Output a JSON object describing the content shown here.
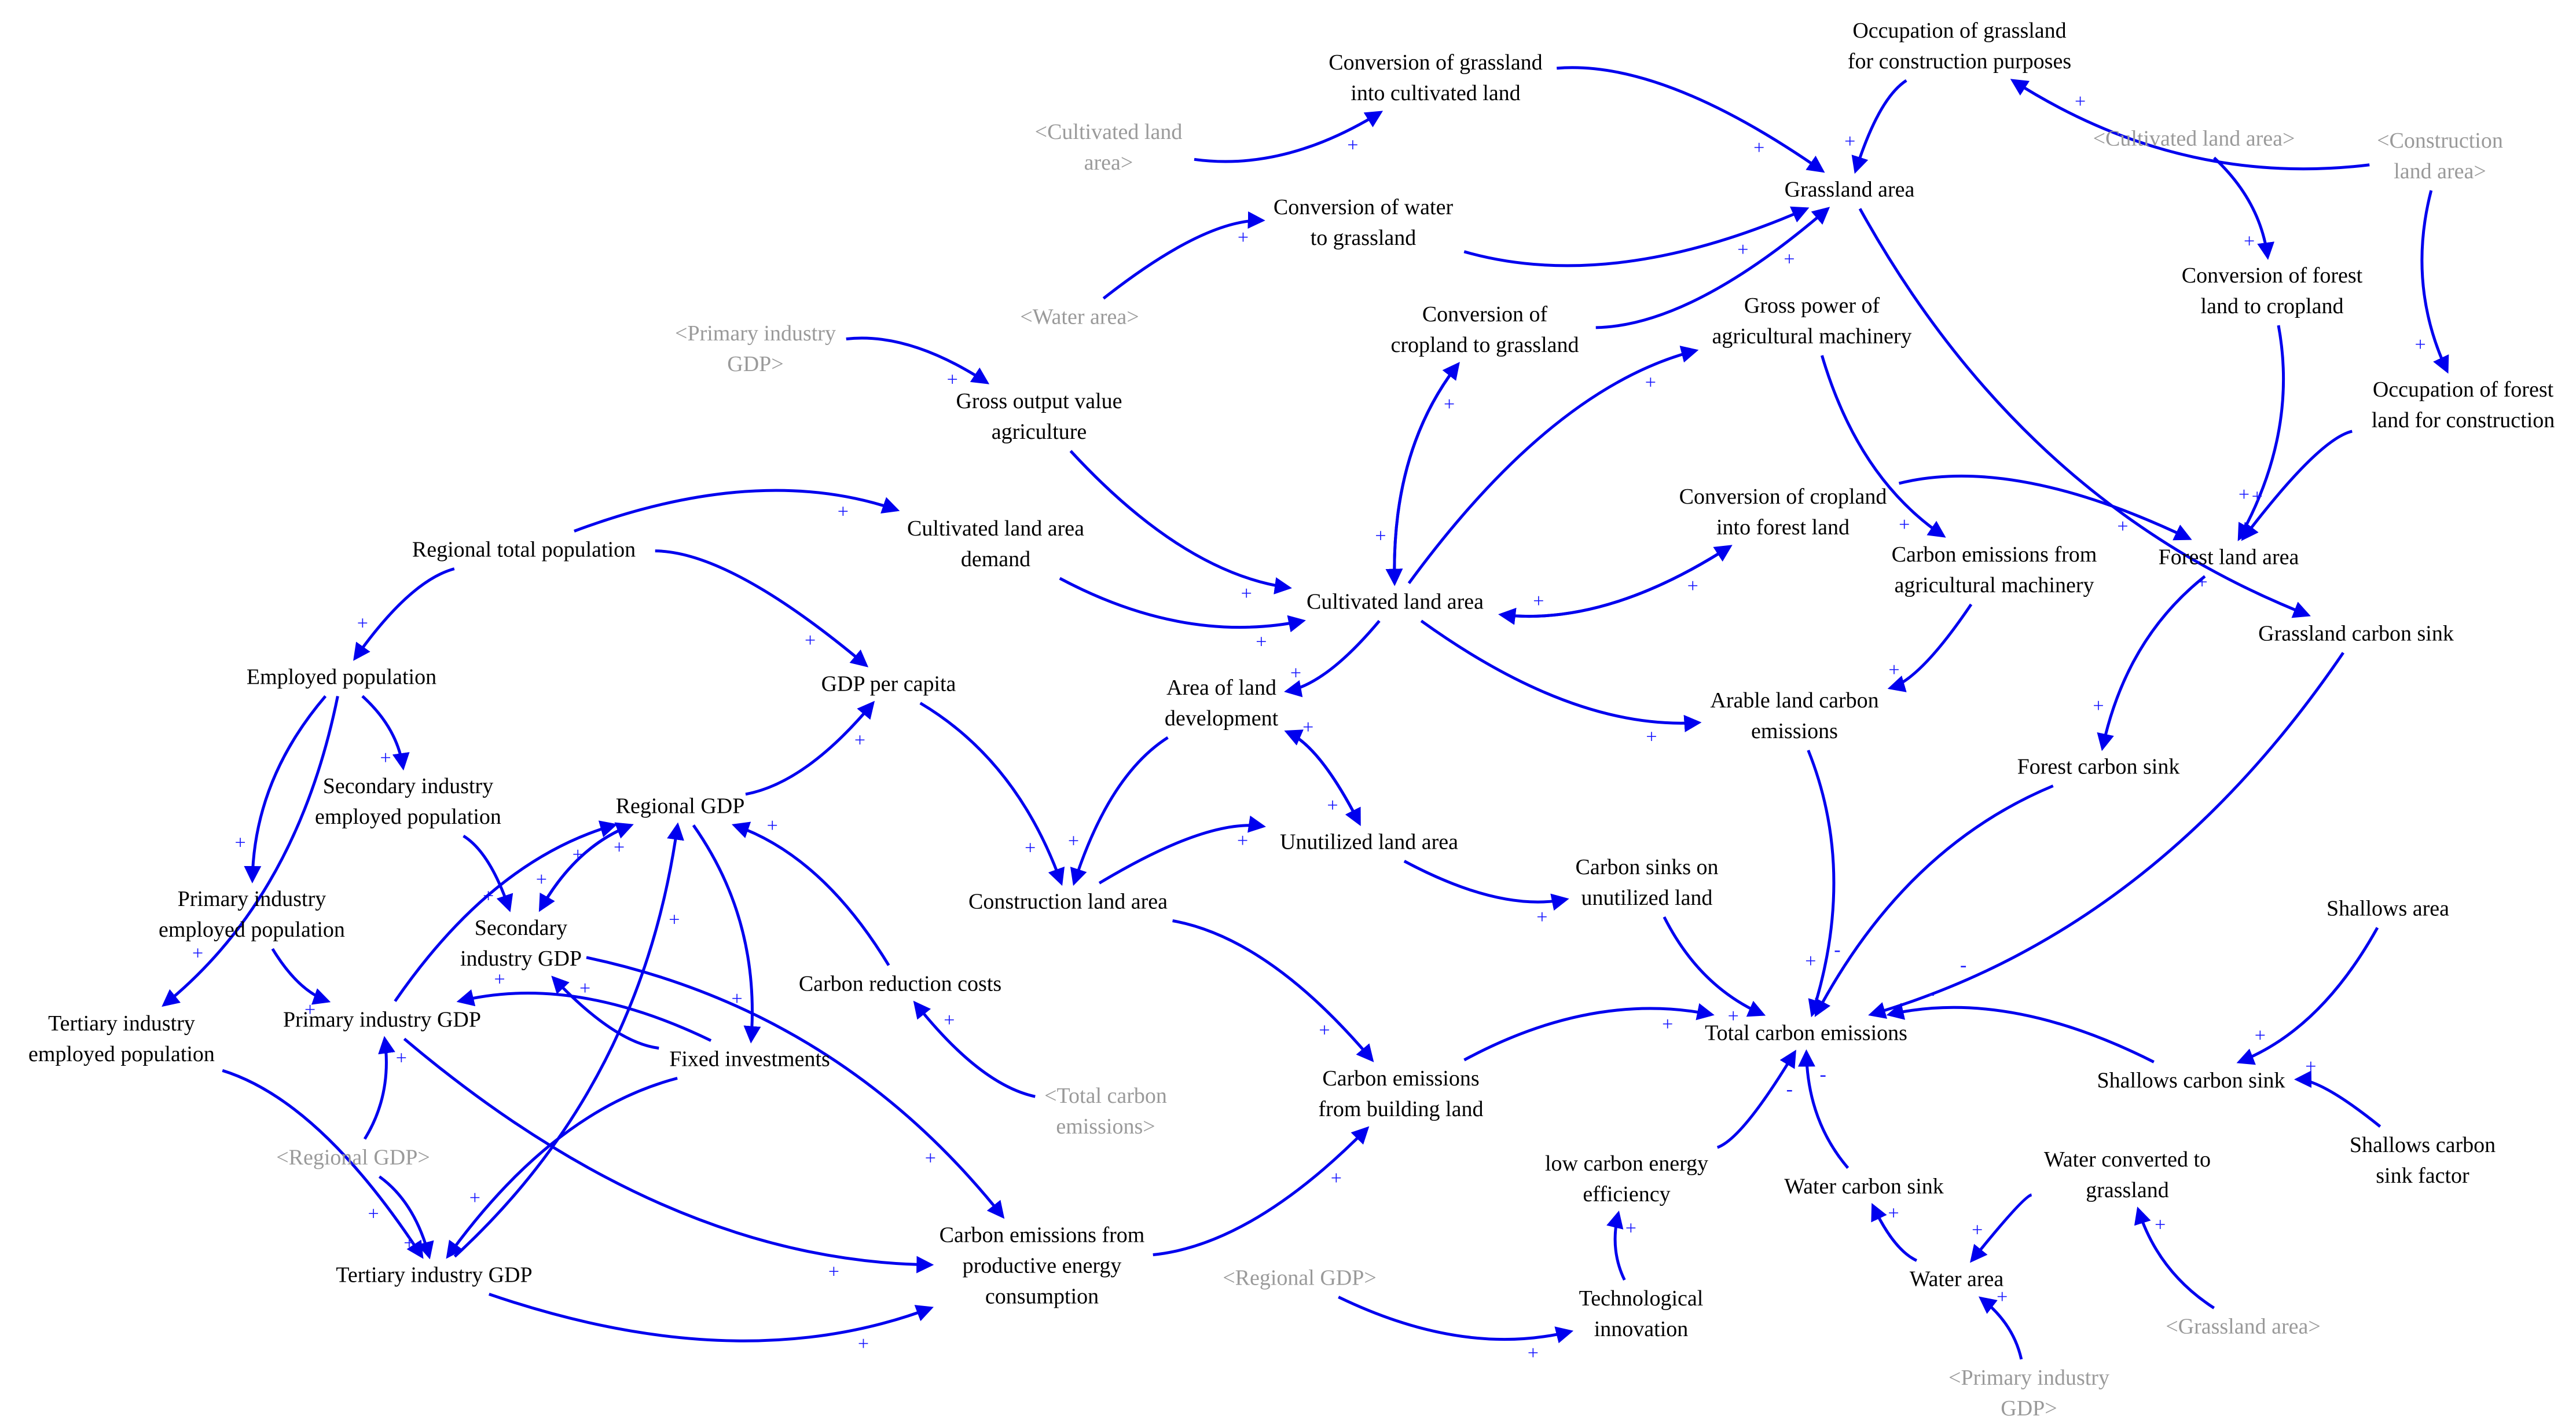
{
  "diagram_type": "causal loop diagram",
  "colors": {
    "arrow": "#0000ee",
    "text": "#000000",
    "shadow_variable": "#9a9a9a",
    "polarity": "#1a1aff"
  },
  "nodes": [
    {
      "id": "occ_grass",
      "lines": [
        "Occupation of grassland",
        "for construction purposes"
      ],
      "shadow": false
    },
    {
      "id": "conv_grass_cult",
      "lines": [
        "Conversion of grassland",
        "into cultivated land"
      ],
      "shadow": false
    },
    {
      "id": "cult_area_sh1",
      "lines": [
        "<Cultivated land",
        "area>"
      ],
      "shadow": true
    },
    {
      "id": "grassland_area",
      "lines": [
        "Grassland area"
      ],
      "shadow": false
    },
    {
      "id": "cult_area_sh2",
      "lines": [
        "<Cultivated land area>"
      ],
      "shadow": true
    },
    {
      "id": "constr_area_sh",
      "lines": [
        "<Construction",
        "land area>"
      ],
      "shadow": true
    },
    {
      "id": "conv_water",
      "lines": [
        "Conversion of water",
        "to grassland"
      ],
      "shadow": false
    },
    {
      "id": "water_area_sh",
      "lines": [
        "<Water area>"
      ],
      "shadow": true
    },
    {
      "id": "conv_forest_crop",
      "lines": [
        "Conversion of forest",
        "land to cropland"
      ],
      "shadow": false
    },
    {
      "id": "primary_gdp_sh1",
      "lines": [
        "<Primary industry",
        "GDP>"
      ],
      "shadow": true
    },
    {
      "id": "conv_crop_grass",
      "lines": [
        "Conversion of",
        "cropland to grassland"
      ],
      "shadow": false
    },
    {
      "id": "gross_power",
      "lines": [
        "Gross power of",
        "agricultural machinery"
      ],
      "shadow": false
    },
    {
      "id": "gross_output",
      "lines": [
        "Gross output value",
        "agriculture"
      ],
      "shadow": false
    },
    {
      "id": "occ_forest",
      "lines": [
        "Occupation of forest",
        "land for construction"
      ],
      "shadow": false
    },
    {
      "id": "conv_crop_forest",
      "lines": [
        "Conversion of cropland",
        "into forest land"
      ],
      "shadow": false
    },
    {
      "id": "cult_demand",
      "lines": [
        "Cultivated land area",
        "demand"
      ],
      "shadow": false
    },
    {
      "id": "regional_pop",
      "lines": [
        "Regional total population"
      ],
      "shadow": false
    },
    {
      "id": "ce_machinery",
      "lines": [
        "Carbon emissions from",
        "agricultural machinery"
      ],
      "shadow": false
    },
    {
      "id": "forest_area",
      "lines": [
        "Forest land area"
      ],
      "shadow": false
    },
    {
      "id": "cult_area",
      "lines": [
        "Cultivated land area"
      ],
      "shadow": false
    },
    {
      "id": "grass_sink",
      "lines": [
        "Grassland carbon sink"
      ],
      "shadow": false
    },
    {
      "id": "employed_pop",
      "lines": [
        "Employed population"
      ],
      "shadow": false
    },
    {
      "id": "gdp_pc",
      "lines": [
        "GDP per capita"
      ],
      "shadow": false
    },
    {
      "id": "area_dev",
      "lines": [
        "Area of land",
        "development"
      ],
      "shadow": false
    },
    {
      "id": "arable_ce",
      "lines": [
        "Arable land carbon",
        "emissions"
      ],
      "shadow": false
    },
    {
      "id": "forest_sink",
      "lines": [
        "Forest carbon sink"
      ],
      "shadow": false
    },
    {
      "id": "sec_emp",
      "lines": [
        "Secondary industry",
        "employed population"
      ],
      "shadow": false
    },
    {
      "id": "regional_gdp",
      "lines": [
        "Regional GDP"
      ],
      "shadow": false
    },
    {
      "id": "unutilized",
      "lines": [
        "Unutilized land area"
      ],
      "shadow": false
    },
    {
      "id": "sink_unutil",
      "lines": [
        "Carbon sinks on",
        "unutilized land"
      ],
      "shadow": false
    },
    {
      "id": "prim_emp",
      "lines": [
        "Primary industry",
        "employed population"
      ],
      "shadow": false
    },
    {
      "id": "constr_area",
      "lines": [
        "Construction land area"
      ],
      "shadow": false
    },
    {
      "id": "shallows_area",
      "lines": [
        "Shallows area"
      ],
      "shadow": false
    },
    {
      "id": "sec_gdp",
      "lines": [
        "Secondary",
        "industry GDP"
      ],
      "shadow": false
    },
    {
      "id": "carbon_red",
      "lines": [
        "Carbon reduction costs"
      ],
      "shadow": false
    },
    {
      "id": "ter_emp",
      "lines": [
        "Tertiary industry",
        "employed population"
      ],
      "shadow": false
    },
    {
      "id": "prim_gdp",
      "lines": [
        "Primary industry GDP"
      ],
      "shadow": false
    },
    {
      "id": "total_ce",
      "lines": [
        "Total carbon emissions"
      ],
      "shadow": false
    },
    {
      "id": "fixed_inv",
      "lines": [
        "Fixed investments"
      ],
      "shadow": false
    },
    {
      "id": "shallows_sink",
      "lines": [
        "Shallows carbon sink"
      ],
      "shadow": false
    },
    {
      "id": "ce_building",
      "lines": [
        "Carbon emissions",
        "from building land"
      ],
      "shadow": false
    },
    {
      "id": "total_ce_sh",
      "lines": [
        "<Total carbon",
        "emissions>"
      ],
      "shadow": true
    },
    {
      "id": "regional_gdp_sh1",
      "lines": [
        "<Regional GDP>"
      ],
      "shadow": true
    },
    {
      "id": "shallows_factor",
      "lines": [
        "Shallows carbon",
        "sink factor"
      ],
      "shadow": false
    },
    {
      "id": "lc_eff",
      "lines": [
        "low carbon energy",
        "efficiency"
      ],
      "shadow": false
    },
    {
      "id": "water_sink",
      "lines": [
        "Water carbon sink"
      ],
      "shadow": false
    },
    {
      "id": "water_to_grass",
      "lines": [
        "Water converted to",
        "grassland"
      ],
      "shadow": false
    },
    {
      "id": "ce_energy",
      "lines": [
        "Carbon emissions from",
        "productive energy",
        "consumption"
      ],
      "shadow": false
    },
    {
      "id": "ter_gdp",
      "lines": [
        "Tertiary industry GDP"
      ],
      "shadow": false
    },
    {
      "id": "regional_gdp_sh2",
      "lines": [
        "<Regional GDP>"
      ],
      "shadow": true
    },
    {
      "id": "water_area",
      "lines": [
        "Water area"
      ],
      "shadow": false
    },
    {
      "id": "tech",
      "lines": [
        "Technological",
        "innovation"
      ],
      "shadow": false
    },
    {
      "id": "grass_area_sh",
      "lines": [
        "<Grassland area>"
      ],
      "shadow": true
    },
    {
      "id": "primary_gdp_sh2",
      "lines": [
        "<Primary industry",
        "GDP>"
      ],
      "shadow": true
    }
  ],
  "links": [
    {
      "from": "cult_area_sh1",
      "to": "conv_grass_cult",
      "polarity": "+"
    },
    {
      "from": "conv_grass_cult",
      "to": "grassland_area",
      "polarity": "+"
    },
    {
      "from": "occ_grass",
      "to": "grassland_area",
      "polarity": "+"
    },
    {
      "from": "constr_area_sh",
      "to": "occ_grass",
      "polarity": "+"
    },
    {
      "from": "conv_water",
      "to": "grassland_area",
      "polarity": "+"
    },
    {
      "from": "water_area_sh",
      "to": "conv_water",
      "polarity": "+"
    },
    {
      "from": "conv_crop_grass",
      "to": "grassland_area",
      "polarity": "+"
    },
    {
      "from": "cult_area_sh2",
      "to": "conv_forest_crop",
      "polarity": "+"
    },
    {
      "from": "constr_area_sh",
      "to": "occ_forest",
      "polarity": "+"
    },
    {
      "from": "primary_gdp_sh1",
      "to": "gross_output",
      "polarity": "+"
    },
    {
      "from": "gross_output",
      "to": "cult_area",
      "polarity": "+"
    },
    {
      "from": "cult_area",
      "to": "conv_crop_grass",
      "polarity": "+"
    },
    {
      "from": "conv_crop_grass",
      "to": "cult_area",
      "polarity": "+"
    },
    {
      "from": "cult_area",
      "to": "gross_power",
      "polarity": "+"
    },
    {
      "from": "gross_power",
      "to": "ce_machinery",
      "polarity": "+"
    },
    {
      "from": "conv_forest_crop",
      "to": "forest_area",
      "polarity": "+"
    },
    {
      "from": "occ_forest",
      "to": "forest_area",
      "polarity": "+"
    },
    {
      "from": "conv_crop_forest",
      "to": "cult_area",
      "polarity": "+"
    },
    {
      "from": "cult_area",
      "to": "conv_crop_forest",
      "polarity": "+"
    },
    {
      "from": "conv_crop_forest",
      "to": "forest_area",
      "polarity": "+"
    },
    {
      "from": "cult_demand",
      "to": "cult_area",
      "polarity": "+"
    },
    {
      "from": "regional_pop",
      "to": "cult_demand",
      "polarity": "+"
    },
    {
      "from": "regional_pop",
      "to": "employed_pop",
      "polarity": "+"
    },
    {
      "from": "regional_pop",
      "to": "gdp_pc",
      "polarity": "+"
    },
    {
      "from": "grassland_area",
      "to": "grass_sink",
      "polarity": "+"
    },
    {
      "from": "ce_machinery",
      "to": "arable_ce",
      "polarity": "+"
    },
    {
      "from": "cult_area",
      "to": "arable_ce",
      "polarity": "+"
    },
    {
      "from": "cult_area",
      "to": "area_dev",
      "polarity": "+"
    },
    {
      "from": "forest_area",
      "to": "forest_sink",
      "polarity": "+"
    },
    {
      "from": "employed_pop",
      "to": "sec_emp",
      "polarity": "+"
    },
    {
      "from": "employed_pop",
      "to": "prim_emp",
      "polarity": "+"
    },
    {
      "from": "employed_pop",
      "to": "ter_emp",
      "polarity": "+"
    },
    {
      "from": "regional_gdp",
      "to": "gdp_pc",
      "polarity": "+"
    },
    {
      "from": "gdp_pc",
      "to": "constr_area",
      "polarity": "+"
    },
    {
      "from": "area_dev",
      "to": "constr_area",
      "polarity": "+"
    },
    {
      "from": "area_dev",
      "to": "unutilized",
      "polarity": "+"
    },
    {
      "from": "unutilized",
      "to": "area_dev",
      "polarity": "+"
    },
    {
      "from": "constr_area",
      "to": "unutilized",
      "polarity": "+"
    },
    {
      "from": "unutilized",
      "to": "sink_unutil",
      "polarity": "+"
    },
    {
      "from": "sec_emp",
      "to": "sec_gdp",
      "polarity": "+"
    },
    {
      "from": "prim_emp",
      "to": "prim_gdp",
      "polarity": "+"
    },
    {
      "from": "sec_gdp",
      "to": "regional_gdp",
      "polarity": "+"
    },
    {
      "from": "regional_gdp",
      "to": "sec_gdp",
      "polarity": "+"
    },
    {
      "from": "prim_gdp",
      "to": "regional_gdp",
      "polarity": "+"
    },
    {
      "from": "ter_gdp",
      "to": "regional_gdp",
      "polarity": "+"
    },
    {
      "from": "regional_gdp",
      "to": "fixed_inv",
      "polarity": "+"
    },
    {
      "from": "carbon_red",
      "to": "regional_gdp",
      "polarity": "+"
    },
    {
      "from": "total_ce_sh",
      "to": "carbon_red",
      "polarity": "+"
    },
    {
      "from": "fixed_inv",
      "to": "prim_gdp",
      "polarity": "+"
    },
    {
      "from": "fixed_inv",
      "to": "sec_gdp",
      "polarity": "+"
    },
    {
      "from": "fixed_inv",
      "to": "ter_gdp",
      "polarity": "+"
    },
    {
      "from": "ter_emp",
      "to": "ter_gdp",
      "polarity": "+"
    },
    {
      "from": "regional_gdp_sh1",
      "to": "prim_gdp",
      "polarity": "+"
    },
    {
      "from": "regional_gdp_sh1",
      "to": "ter_gdp",
      "polarity": "+"
    },
    {
      "from": "prim_gdp",
      "to": "ce_energy",
      "polarity": "+"
    },
    {
      "from": "sec_gdp",
      "to": "ce_energy",
      "polarity": "+"
    },
    {
      "from": "ter_gdp",
      "to": "ce_energy",
      "polarity": "+"
    },
    {
      "from": "constr_area",
      "to": "ce_building",
      "polarity": "+"
    },
    {
      "from": "ce_energy",
      "to": "ce_building",
      "polarity": "+"
    },
    {
      "from": "ce_building",
      "to": "total_ce",
      "polarity": "+"
    },
    {
      "from": "sink_unutil",
      "to": "total_ce",
      "polarity": "+"
    },
    {
      "from": "arable_ce",
      "to": "total_ce",
      "polarity": "+"
    },
    {
      "from": "forest_sink",
      "to": "total_ce",
      "polarity": "-"
    },
    {
      "from": "grass_sink",
      "to": "total_ce",
      "polarity": "-"
    },
    {
      "from": "shallows_sink",
      "to": "total_ce",
      "polarity": "-"
    },
    {
      "from": "water_sink",
      "to": "total_ce",
      "polarity": "-"
    },
    {
      "from": "lc_eff",
      "to": "total_ce",
      "polarity": "-"
    },
    {
      "from": "shallows_area",
      "to": "shallows_sink",
      "polarity": "+"
    },
    {
      "from": "shallows_factor",
      "to": "shallows_sink",
      "polarity": "+"
    },
    {
      "from": "water_area",
      "to": "water_sink",
      "polarity": "+"
    },
    {
      "from": "water_to_grass",
      "to": "water_area",
      "polarity": "+"
    },
    {
      "from": "grass_area_sh",
      "to": "water_to_grass",
      "polarity": "+"
    },
    {
      "from": "primary_gdp_sh2",
      "to": "water_area",
      "polarity": "+"
    },
    {
      "from": "tech",
      "to": "lc_eff",
      "polarity": "+"
    },
    {
      "from": "regional_gdp_sh2",
      "to": "tech",
      "polarity": "+"
    }
  ]
}
